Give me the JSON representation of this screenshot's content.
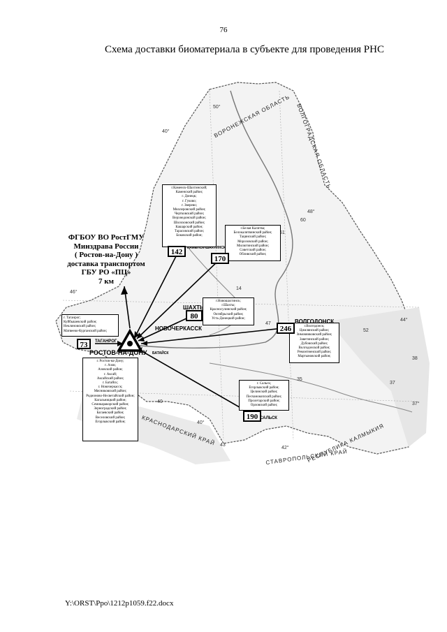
{
  "page_number": "76",
  "title": "Схема доставки биоматериала в субъекте для проведения РНС",
  "footer": "Y:\\ORST\\Ppo\\1212p1059.f22.docx",
  "center": {
    "lines": [
      "ФГБОУ ВО РостГМУ",
      "Минздрава России",
      "( Ростов-на-Дону )",
      "доставка транспортом",
      "ГБУ РО «ПЦ»",
      "7 км"
    ]
  },
  "cities": {
    "rostov": "РОСТОВ-НА-ДОНУ",
    "taganrog": "ТАГАНРОГ",
    "shakhty": "ШАХТЫ",
    "novocherkassk": "НОВОЧЕРКАССК",
    "volgodonsk": "ВОЛГОДОНСК",
    "kamensk": "КАМЕНСК-ШАХТИНСКИЙ",
    "salsk": "САЛЬСК",
    "bataysk": "БАТАЙСК"
  },
  "regions": {
    "voronezh": "ВОРОНЕЖСКАЯ ОБЛАСТЬ",
    "volgograd": "ВОЛГОГРАДСКАЯ ОБЛАСТЬ",
    "krasnodar": "КРАСНОДАРСКИЙ КРАЙ",
    "stavropol": "СТАВРОПОЛЬСКИЙ КРАЙ",
    "kalmykia": "РЕСПУБЛИКА КАЛМЫКИЯ"
  },
  "distances": {
    "d142": "142",
    "d170": "170",
    "d80": "80",
    "d246": "246",
    "d73": "73",
    "d190": "190"
  },
  "boxes": {
    "b142": [
      "г.Каменск-Шахтинский;",
      "Каменский район;",
      "г. Донецк;",
      "г. Гуково;",
      "г. Зверево;",
      "Миллеровский район;",
      "Чертковский район;",
      "Верхнедонской район;",
      "Шолоховский район;",
      "Кашарский район;",
      "Тарасовский район;",
      "Боковский район;"
    ],
    "b170": [
      "г.Белая Калитва;",
      "Белокалитвинский район;",
      "Тацинский район;",
      "Морозовский район;",
      "Милютинский район;",
      "Советский район;",
      "Обливский район;"
    ],
    "b80": [
      "г.Новошахтинск;",
      "г.Шахты;",
      "Красносулинский район;",
      "Октябрьский район;",
      "Усть-Донецкий район;"
    ],
    "b246": [
      "г.Волгодонск;",
      "Цимлянский район;",
      "Зимовниковский район;",
      "Заветинский район;",
      "Дубовский район;",
      "Волгодонской район;",
      "Ремонтненский район;",
      "Мартыновский район;"
    ],
    "b73": [
      "г. Таганрог;",
      "Куйбышевский район;",
      "Неклиновский район;",
      "Матвеево-Курганский район;"
    ],
    "bRostov": [
      "г. Ростов-на-Дону;",
      "г. Азов;",
      "Азовский район;",
      "г. Аксай;",
      "Аксайский район;",
      "г. Батайск;",
      "г. Новочеркасск;",
      "Мясниковский район;",
      "Родионово-Несветайский район;",
      "Кагальницкий район;",
      "Семикаракорский район;",
      "Зерноградский район;",
      "Багаевский район;",
      "Веселовский район;",
      "Егорлыкский район;"
    ],
    "b190": [
      "г. Сальск;",
      "Егорлыкский район;",
      "Целинский район;",
      "Песчанокопский район;",
      "Пролетарский район;",
      "Орловский район;"
    ]
  },
  "map_marks": [
    "50°",
    "40°",
    "48°",
    "44°",
    "42°",
    "46°",
    "37°",
    "40°",
    "52",
    "61",
    "60",
    "35",
    "40",
    "43",
    "37",
    "38",
    "14",
    "47"
  ]
}
